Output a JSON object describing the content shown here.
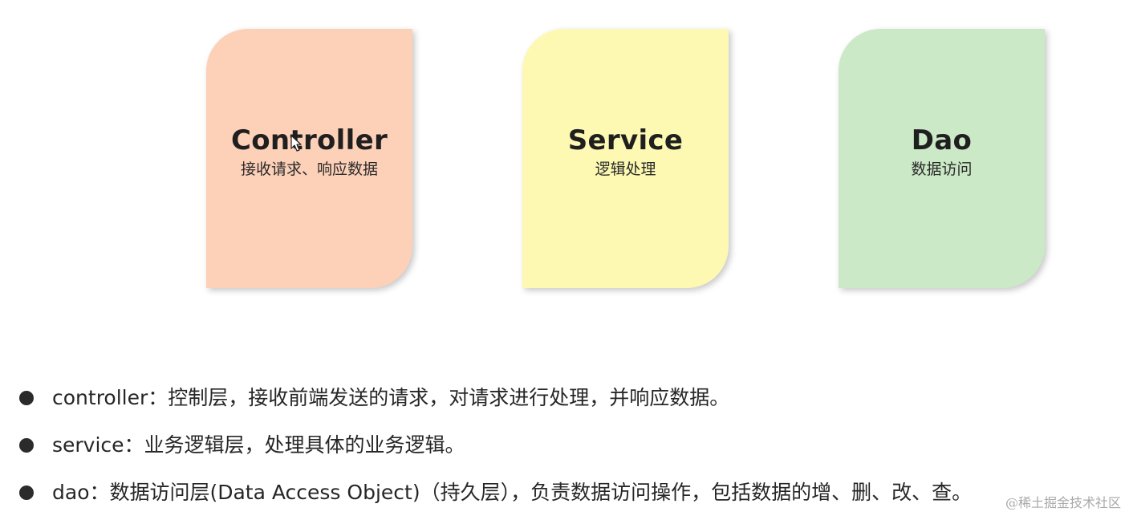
{
  "layers": [
    {
      "title": "Controller",
      "subtitle": "接收请求、响应数据",
      "color": "#fdd0b8"
    },
    {
      "title": "Service",
      "subtitle": "逻辑处理",
      "color": "#fdf9b3"
    },
    {
      "title": "Dao",
      "subtitle": "数据访问",
      "color": "#cbe9c6"
    }
  ],
  "bullets": [
    "controller：控制层，接收前端发送的请求，对请求进行处理，并响应数据。",
    "service：业务逻辑层，处理具体的业务逻辑。",
    "dao：数据访问层(Data Access Object)（持久层），负责数据访问操作，包括数据的增、删、改、查。"
  ],
  "watermark": "@稀土掘金技术社区"
}
